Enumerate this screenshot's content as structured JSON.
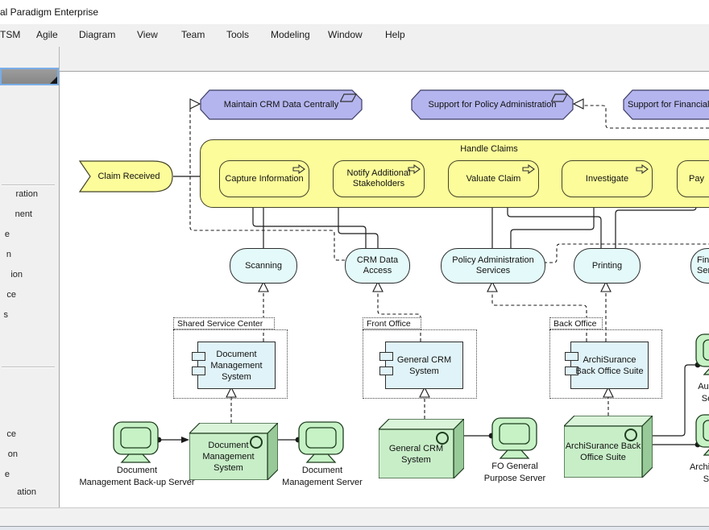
{
  "window": {
    "title": "al Paradigm Enterprise"
  },
  "menu": {
    "items": [
      "TSM",
      "Agile",
      "Diagram",
      "View",
      "Team",
      "Tools",
      "Modeling",
      "Window",
      "Help"
    ]
  },
  "palette": {
    "group1": [
      "ration",
      "nent",
      "e",
      "n",
      "ion",
      "ce",
      "s"
    ],
    "group2": [
      "ce",
      "on",
      "e",
      "ation"
    ]
  },
  "diagram": {
    "requirements": [
      {
        "label": "Maintain CRM Data Centrally"
      },
      {
        "label": "Support for Policy Administration"
      },
      {
        "label": "Support for Financial"
      }
    ],
    "event": {
      "label": "Claim Received"
    },
    "process_group": {
      "label": "Handle Claims"
    },
    "processes": [
      {
        "label": "Capture Information"
      },
      {
        "label": "Notify Additional Stakeholders"
      },
      {
        "label": "Valuate Claim"
      },
      {
        "label": "Investigate"
      },
      {
        "label": "Pay"
      }
    ],
    "services": [
      {
        "label": "Scanning"
      },
      {
        "label": "CRM Data Access"
      },
      {
        "label": "Policy Administration Services"
      },
      {
        "label": "Printing"
      },
      {
        "label": "Financial Services"
      }
    ],
    "groups": [
      {
        "label": "Shared Service Center"
      },
      {
        "label": "Front Office"
      },
      {
        "label": "Back Office"
      }
    ],
    "components": [
      {
        "label": "Document Management System"
      },
      {
        "label": "General CRM System"
      },
      {
        "label": "ArchiSurance Back Office Suite"
      }
    ],
    "nodes": [
      {
        "label": "Document Management System"
      },
      {
        "label": "General CRM System"
      },
      {
        "label": "ArchiSurance Back Office Suite"
      }
    ],
    "devices": [
      {
        "label": "Document\nManagement Back-up Server"
      },
      {
        "label": "Document\nManagement Server"
      },
      {
        "label": "FO General\nPurpose Server"
      },
      {
        "label": "Auxiliary\nServer"
      },
      {
        "label": "ArchiSurance\nServer"
      }
    ]
  },
  "colors": {
    "requirement_fill": "#b4b5ee",
    "process_fill": "#fcfc9a",
    "service_fill": "#e4f9f9",
    "component_fill": "#e0f3f8",
    "node_front": "#c8eec8",
    "node_top": "#daf4da",
    "node_side": "#98c998",
    "device_fill": "#c6f2c6"
  }
}
